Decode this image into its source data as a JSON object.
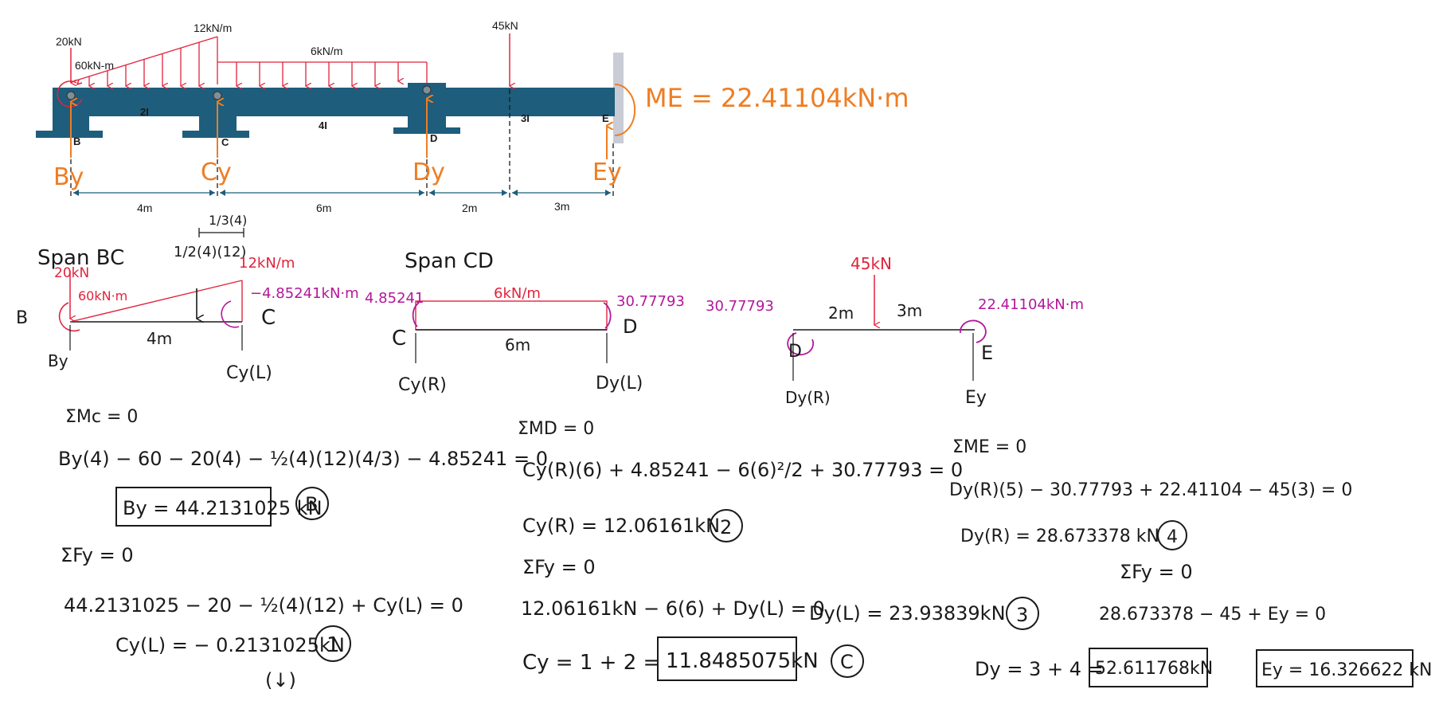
{
  "beam": {
    "loads": {
      "point_20": "20kN",
      "moment_60": "60kN-m",
      "dist_12": "12kN/m",
      "dist_6": "6kN/m",
      "point_45": "45kN"
    },
    "supports": {
      "b": "B",
      "c": "C",
      "d": "D",
      "e": "E"
    },
    "inertias": {
      "bc": "2I",
      "cd": "4I",
      "de": "3I"
    },
    "dims": {
      "d1": "4m",
      "d2": "6m",
      "d3": "2m",
      "d4": "3m"
    },
    "reactions": {
      "by": "By",
      "cy": "Cy",
      "dy": "Dy",
      "ey": "Ey"
    },
    "me_label": "ME = 22.41104kN·m"
  },
  "span_bc": {
    "title": "Span BC",
    "centroid_top": "1/3(4)",
    "centroid_label": "1/2(4)(12)",
    "load_20": "20kN",
    "moment_60": "60kN·m",
    "load_12": "12kN/m",
    "moment_c": "−4.85241kN·m",
    "node_b": "B",
    "node_c": "C",
    "len": "4m",
    "react_b": "By",
    "react_c": "Cy(L)",
    "eq1": "ΣMc = 0",
    "eq2": "By(4) − 60 − 20(4) − ½(4)(12)(4/3) − 4.85241 = 0",
    "result_by": "By = 44.2131025 kN",
    "tag_b": "B",
    "eq3": "ΣFy = 0",
    "eq4": "44.2131025 − 20 − ½(4)(12) + Cy(L) = 0",
    "eq5": "Cy(L) = − 0.2131025kN",
    "tag_1": "1",
    "down_arrow": "(↓)"
  },
  "span_cd": {
    "title": "Span CD",
    "moment_c": "4.85241",
    "load_6": "6kN/m",
    "moment_d": "30.77793",
    "node_c": "C",
    "node_d": "D",
    "len": "6m",
    "react_c": "Cy(R)",
    "react_d": "Dy(L)",
    "eq1": "ΣMD = 0",
    "eq2": "Cy(R)(6) + 4.85241 − 6(6)²/2 + 30.77793 = 0",
    "eq3": "Cy(R) = 12.06161kN",
    "tag_2": "2",
    "eq4": "ΣFy = 0",
    "eq5": "12.06161kN − 6(6) + Dy(L) = 0",
    "eq6": "Dy(L) = 23.93839kN",
    "tag_3": "3",
    "eq7": "Cy = 1 + 2 =",
    "result_cy": "11.8485075kN",
    "tag_c": "C"
  },
  "span_de": {
    "moment_d": "30.77793",
    "load_45": "45kN",
    "len_2": "2m",
    "len_3": "3m",
    "moment_e": "22.41104kN·m",
    "node_d": "D",
    "node_e": "E",
    "react_d": "Dy(R)",
    "react_e": "Ey",
    "eq1": "ΣME = 0",
    "eq2": "Dy(R)(5) − 30.77793 + 22.41104 − 45(3) = 0",
    "eq3": "Dy(R) = 28.673378 kN",
    "tag_4": "4",
    "eq4": "ΣFy = 0",
    "eq5": "28.673378 − 45 + Ey = 0",
    "eq6": "Dy = 3 + 4 =",
    "result_dy": "52.611768kN",
    "result_ey": "Ey = 16.326622 kN"
  },
  "colors": {
    "beam": "#1e5d7c",
    "support": "#1e5d7c",
    "load": "#e0243d",
    "reaction": "#ef7d22",
    "moment": "#b3179b",
    "ink": "#1a1a1a"
  }
}
